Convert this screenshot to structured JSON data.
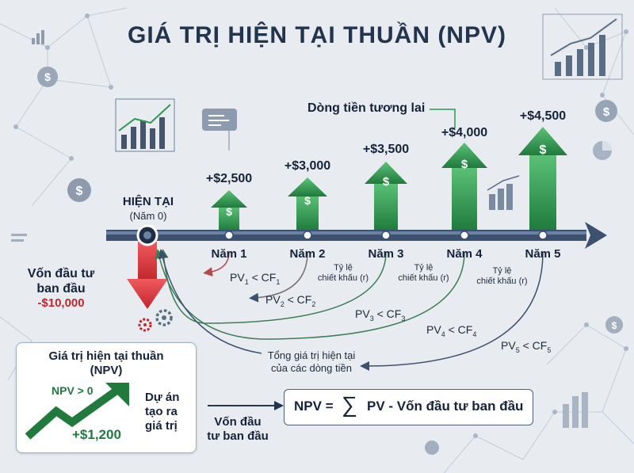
{
  "title": "GIÁ TRỊ HIỆN TẠI THUẦN (NPV)",
  "future_label": "Dòng tiền tương lai",
  "present": {
    "label": "HIỆN TẠI",
    "sub": "(Năm 0)"
  },
  "investment": {
    "label_line1": "Vốn đầu tư",
    "label_line2": "ban đầu",
    "amount": "-$10,000"
  },
  "years": [
    {
      "year": "Năm 1",
      "cash": "+$2,500",
      "pv": "PV",
      "sub": "1",
      "cf": "CF",
      "cfsub": "1"
    },
    {
      "year": "Năm 2",
      "cash": "+$3,000",
      "pv": "PV",
      "sub": "2",
      "cf": "CF",
      "cfsub": "2"
    },
    {
      "year": "Năm 3",
      "cash": "+$3,500",
      "pv": "PV",
      "sub": "3",
      "cf": "CF",
      "cfsub": "3"
    },
    {
      "year": "Năm 4",
      "cash": "+$4,000",
      "pv": "PV",
      "sub": "4",
      "cf": "CF",
      "cfsub": "4"
    },
    {
      "year": "Năm 5",
      "cash": "+$4,500",
      "pv": "PV",
      "sub": "5",
      "cf": "CF",
      "cfsub": "5"
    }
  ],
  "discount_label_1": "Tỷ lệ",
  "discount_label_2": "chiết khấu (r)",
  "lt": "<",
  "total": {
    "line1": "Tổng giá trị hiện tại",
    "line2": "của các dòng tiền"
  },
  "npv_box": {
    "title1": "Giá trị hiện tại thuần",
    "title2": "(NPV)",
    "condition": "NPV > 0",
    "value": "+$1,200",
    "project1": "Dự án",
    "project2": "tạo ra",
    "project3": "giá trị"
  },
  "formula": {
    "lhs": "NPV =",
    "sigma": "∑",
    "rhs": "PV - Vốn đầu tư ban đầu"
  },
  "bottom_investment": {
    "line1": "Vốn đầu",
    "line2": "tư ban đầu"
  },
  "colors": {
    "green": "#2e9a4f",
    "green_dark": "#1f7a3c",
    "red": "#d8363c",
    "navy": "#23344f",
    "axis": "#3c5070"
  }
}
